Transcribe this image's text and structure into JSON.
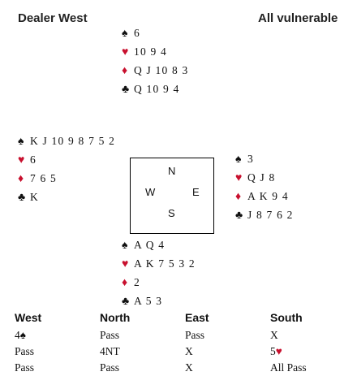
{
  "header": {
    "dealer": "Dealer West",
    "vulnerability": "All vulnerable"
  },
  "hands": {
    "north": {
      "spades": "6",
      "hearts": "10 9 4",
      "diamonds": "Q J 10 8 3",
      "clubs": "Q 10 9 4"
    },
    "west": {
      "spades": "K J 10 9 8 7 5 2",
      "hearts": "6",
      "diamonds": "7 6 5",
      "clubs": "K"
    },
    "east": {
      "spades": "3",
      "hearts": "Q J 8",
      "diamonds": "A K 9 4",
      "clubs": "J 8 7 6 2"
    },
    "south": {
      "spades": "A Q 4",
      "hearts": "A K 7 5 3 2",
      "diamonds": "2",
      "clubs": "A 5 3"
    }
  },
  "compass": {
    "n": "N",
    "w": "W",
    "e": "E",
    "s": "S"
  },
  "auction": {
    "headers": [
      "West",
      "North",
      "East",
      "South"
    ],
    "rows": [
      [
        "4♠",
        "Pass",
        "Pass",
        "X"
      ],
      [
        "Pass",
        "4NT",
        "X",
        "5♥"
      ],
      [
        "Pass",
        "Pass",
        "X",
        "All Pass"
      ]
    ]
  },
  "suit_symbols": {
    "spades": "♠",
    "hearts": "♥",
    "diamonds": "♦",
    "clubs": "♣"
  },
  "colors": {
    "red_suit": "#c8102e",
    "black_suit": "#111111"
  }
}
